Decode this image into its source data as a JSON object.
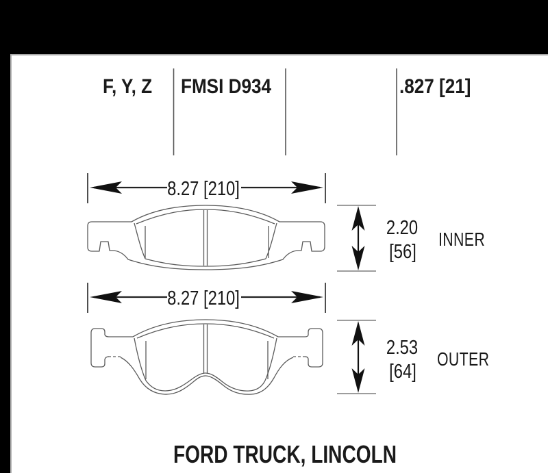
{
  "header": {
    "compounds": "F, Y, Z",
    "fmsi_number": "FMSI D934",
    "pad_thickness": ".827 [21]"
  },
  "pads": {
    "inner": {
      "width_label": "8.27 [210]",
      "height_in": "2.20",
      "height_mm": "[56]",
      "position_label": "INNER"
    },
    "outer": {
      "width_label": "8.27 [210]",
      "height_in": "2.53",
      "height_mm": "[64]",
      "position_label": "OUTER"
    }
  },
  "footer": {
    "vehicle": "FORD TRUCK, LINCOLN"
  },
  "colors": {
    "bar_black": "#000000",
    "text": "#1a1a1a",
    "outline_gray": "#4d4d4d",
    "dimension_black": "#111111",
    "tick_gray": "#8f8f8f",
    "frame_gray": "#a8a8a8"
  }
}
